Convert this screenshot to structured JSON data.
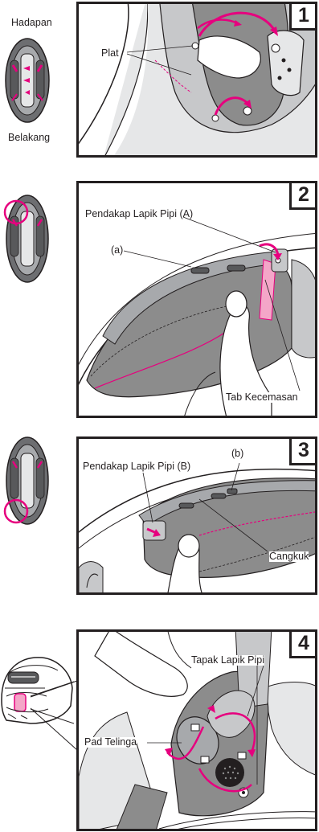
{
  "orientation": {
    "front_label": "Hadapan",
    "back_label": "Belakang"
  },
  "steps": [
    {
      "number": "1",
      "labels": {
        "plate": "Plat"
      }
    },
    {
      "number": "2",
      "labels": {
        "cheek_pad_retainer_a": "Pendakap Lapik Pipi (A)",
        "point_a": "(a)",
        "emergency_tab": "Tab Kecemasan"
      }
    },
    {
      "number": "3",
      "labels": {
        "cheek_pad_retainer_b": "Pendakap Lapik Pipi (B)",
        "point_b": "(b)",
        "hook": "Cangkuk"
      }
    },
    {
      "number": "4",
      "labels": {
        "cheek_pad_base": "Tapak Lapik Pipi",
        "ear_pad": "Pad Telinga"
      }
    }
  ],
  "colors": {
    "accent_magenta": "#e6007e",
    "pad_gray": "#8c8c8c",
    "light_gray": "#d9d9d9",
    "outline": "#231f20"
  },
  "icons": {
    "helmet_top_view": "helmet-interior-top-view",
    "helmet_side_view": "helmet-side-view",
    "arrow": "curved-arrow"
  }
}
